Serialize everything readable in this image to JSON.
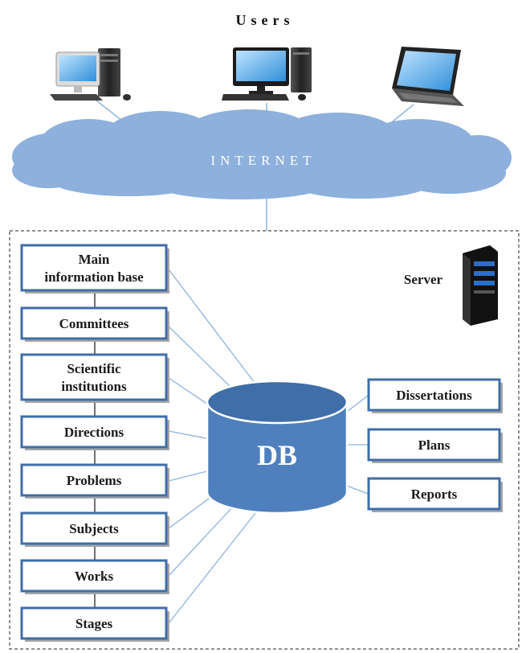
{
  "header": {
    "title": "Users"
  },
  "network": {
    "label": "INTERNET"
  },
  "server": {
    "label": "Server"
  },
  "database": {
    "label": "DB"
  },
  "modules_left": [
    {
      "lines": [
        "Main",
        "information base"
      ]
    },
    {
      "lines": [
        "Committees"
      ]
    },
    {
      "lines": [
        "Scientific",
        "institutions"
      ]
    },
    {
      "lines": [
        "Directions"
      ]
    },
    {
      "lines": [
        "Problems"
      ]
    },
    {
      "lines": [
        "Subjects"
      ]
    },
    {
      "lines": [
        "Works"
      ]
    },
    {
      "lines": [
        "Stages"
      ]
    }
  ],
  "modules_right": [
    {
      "lines": [
        "Dissertations"
      ]
    },
    {
      "lines": [
        "Plans"
      ]
    },
    {
      "lines": [
        "Reports"
      ]
    }
  ],
  "colors": {
    "box_border": "#3f6ea8",
    "box_shadow": "#a6a6a6",
    "cloud": "#8db0dc",
    "db_body": "#4f80bd",
    "db_top": "#3f6ea8",
    "connector": "#8eb3de"
  },
  "icons": [
    "desktop-computer-icon",
    "monitor-computer-icon",
    "laptop-icon",
    "server-tower-icon"
  ]
}
